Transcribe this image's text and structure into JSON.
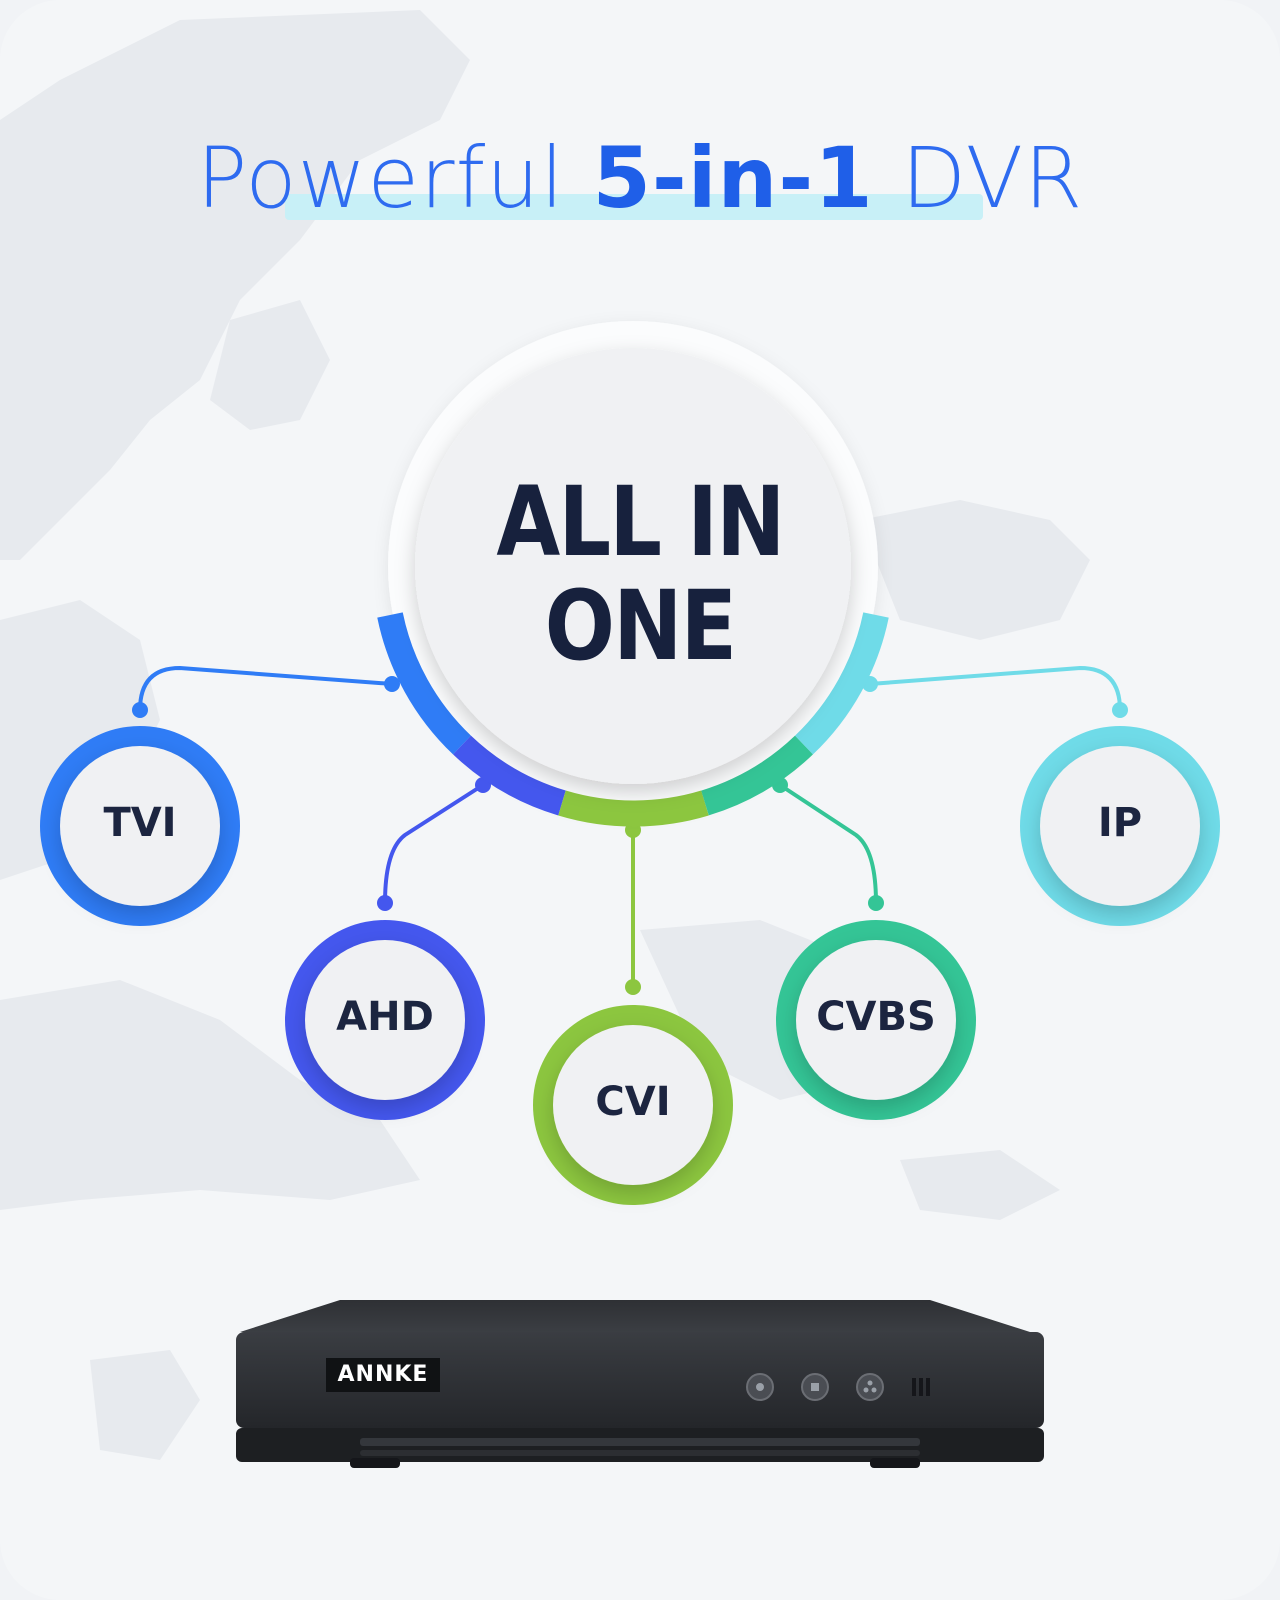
{
  "headline": {
    "prefix": "Powerful ",
    "emphasis": "5-in-1",
    "suffix": " DVR"
  },
  "center": {
    "line1": "ALL IN",
    "line2": "ONE"
  },
  "formats": [
    {
      "label": "TVI",
      "color": "#2f7cf6"
    },
    {
      "label": "AHD",
      "color": "#4457ee"
    },
    {
      "label": "CVI",
      "color": "#8cc63f"
    },
    {
      "label": "CVBS",
      "color": "#34c596"
    },
    {
      "label": "IP",
      "color": "#6fdbe8"
    }
  ],
  "device": {
    "brand": "ANNKE"
  },
  "colors": {
    "title": "#2e6bf0",
    "text": "#17213d",
    "highlight": "#c8f0f7",
    "device": "#2a2c30"
  }
}
